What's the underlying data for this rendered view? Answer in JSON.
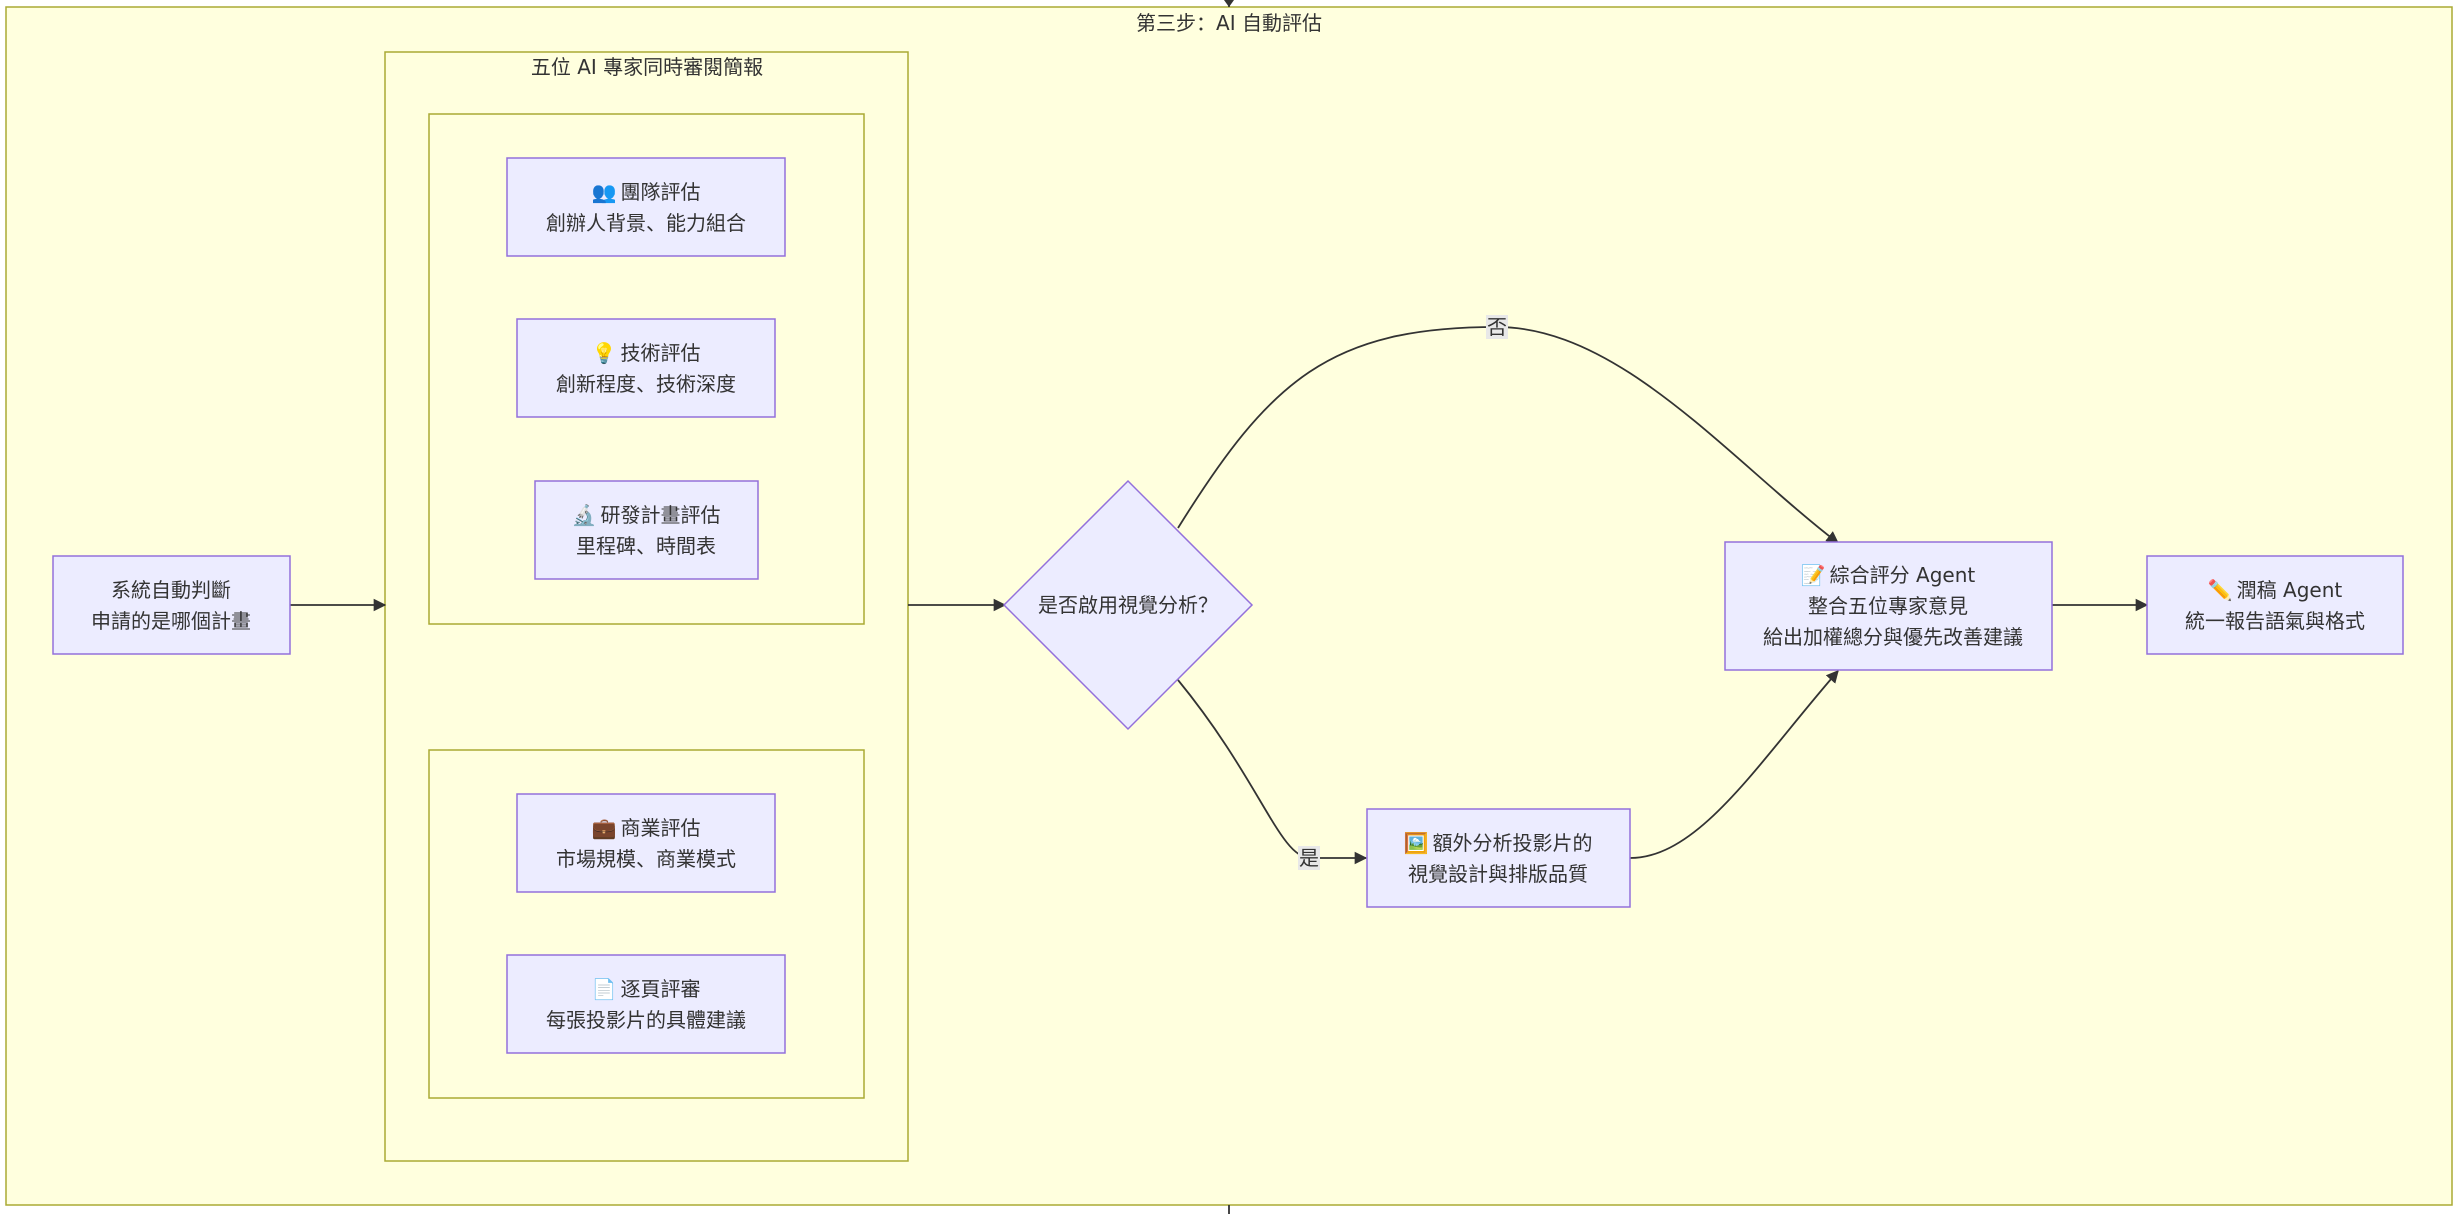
{
  "step_title": "第三步：AI 自動評估",
  "panel_title": "五位 AI 專家同時審閱簡報",
  "nodes": {
    "system_judge": {
      "line1": "系統自動判斷",
      "line2": "申請的是哪個計畫"
    },
    "team_eval": {
      "icon": "👥",
      "title": "團隊評估",
      "line2": "創辦人背景、能力組合"
    },
    "tech_eval": {
      "icon": "💡",
      "title": "技術評估",
      "line2": "創新程度、技術深度"
    },
    "rd_eval": {
      "icon": "🔬",
      "title": "研發計畫評估",
      "line2": "里程碑、時間表"
    },
    "biz_eval": {
      "icon": "💼",
      "title": "商業評估",
      "line2": "市場規模、商業模式"
    },
    "page_review": {
      "icon": "📄",
      "title": "逐頁評審",
      "line2": "每張投影片的具體建議"
    },
    "decision": {
      "text": "是否啟用視覺分析？"
    },
    "visual_extra": {
      "icon": "🖼️",
      "title": "額外分析投影片的",
      "line2": "視覺設計與排版品質"
    },
    "summary_agent": {
      "icon": "📝",
      "title": "綜合評分 Agent",
      "line2": "整合五位專家意見",
      "line3": "給出加權總分與優先改善建議"
    },
    "polish_agent": {
      "icon": "✏️",
      "title": "潤稿 Agent",
      "line2": "統一報告語氣與格式"
    }
  },
  "edge_labels": {
    "no": "否",
    "yes": "是"
  },
  "colors": {
    "cluster_fill": "#ffffde",
    "cluster_stroke": "#aaaa33",
    "node_fill": "#ececff",
    "node_stroke": "#9370db",
    "edge": "#333333"
  }
}
